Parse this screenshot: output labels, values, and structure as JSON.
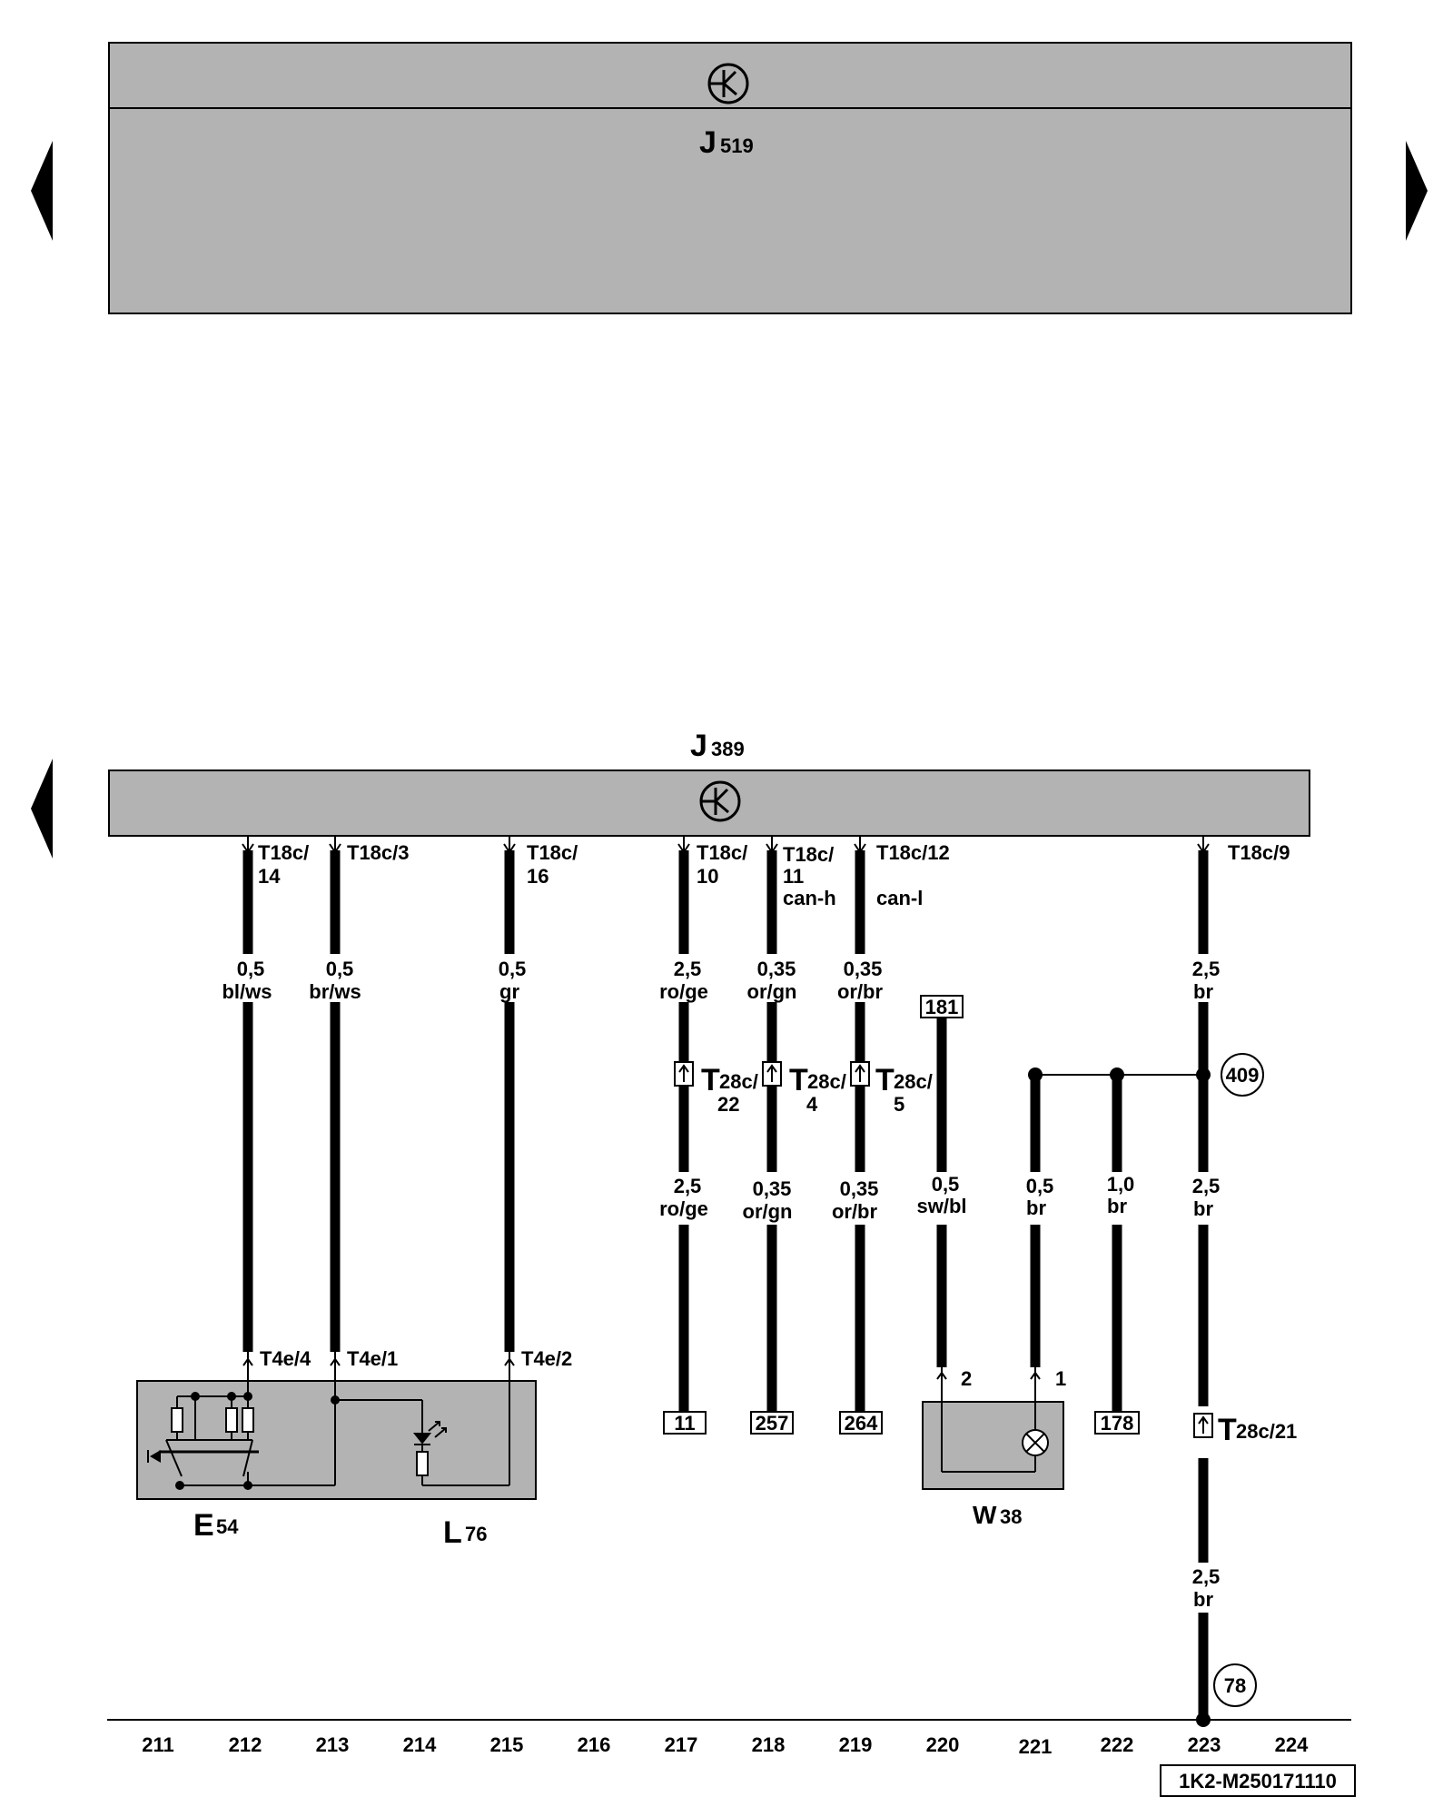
{
  "colors": {
    "module_fill": "#b3b3b3",
    "wire": "#000000",
    "background": "#ffffff"
  },
  "modules": {
    "top": {
      "letter": "J",
      "sub": "519",
      "symbol": "control-unit-icon"
    },
    "bottom": {
      "letter": "J",
      "sub": "389",
      "symbol": "control-unit-icon"
    }
  },
  "nav": {
    "left_top": "arrow-left-icon",
    "right_top": "arrow-right-icon",
    "left_bottom": "arrow-left-icon"
  },
  "wires": [
    {
      "id": "w212",
      "pin": [
        "T18c/",
        "14"
      ],
      "cs1": "0,5",
      "col1": "bl/ws",
      "end_pin": "T4e/4"
    },
    {
      "id": "w213",
      "pin": [
        "T18c/3"
      ],
      "cs1": "0,5",
      "col1": "br/ws",
      "end_pin": "T4e/1"
    },
    {
      "id": "w215",
      "pin": [
        "T18c/",
        "16"
      ],
      "cs1": "0,5",
      "col1": "gr",
      "end_pin": "T4e/2"
    },
    {
      "id": "w217",
      "pin": [
        "T18c/",
        "10"
      ],
      "cs1": "2,5",
      "col1": "ro/ge",
      "conn": "T",
      "conn_sub": "28c/",
      "conn_pin": "22",
      "cs2": "2,5",
      "col2": "ro/ge",
      "ref": "11"
    },
    {
      "id": "w218",
      "pin": [
        "T18c/",
        "11"
      ],
      "bus": "can-h",
      "cs1": "0,35",
      "col1": "or/gn",
      "conn": "T",
      "conn_sub": "28c/",
      "conn_pin": "4",
      "cs2": "0,35",
      "col2": "or/gn",
      "ref": "257"
    },
    {
      "id": "w219",
      "pin": [
        "T18c/12"
      ],
      "bus": "can-l",
      "cs1": "0,35",
      "col1": "or/br",
      "conn": "T",
      "conn_sub": "28c/",
      "conn_pin": "5",
      "cs2": "0,35",
      "col2": "or/br",
      "ref": "264"
    },
    {
      "id": "w220",
      "ref_top": "181",
      "cs1": "0,5",
      "col1": "sw/bl",
      "end_pin": "2"
    },
    {
      "id": "w221",
      "cs1": "0,5",
      "col1": "br",
      "end_pin": "1"
    },
    {
      "id": "w222",
      "cs1": "1,0",
      "col1": "br",
      "ref": "178"
    },
    {
      "id": "w223",
      "pin": [
        "T18c/9"
      ],
      "cs1": "2,5",
      "col1": "br",
      "node": "409",
      "cs2": "2,5",
      "col2": "br",
      "conn": "T",
      "conn_sub": "28c/21",
      "cs3": "2,5",
      "col3": "br",
      "ground": "78"
    }
  ],
  "components": {
    "e54": {
      "letter": "E",
      "sub": "54",
      "symbol": "switch-icon"
    },
    "l76": {
      "letter": "L",
      "sub": "76",
      "symbol": "led-icon"
    },
    "w38": {
      "letter": "W",
      "sub": "38",
      "symbol": "lamp-icon"
    }
  },
  "columns": [
    "211",
    "212",
    "213",
    "214",
    "215",
    "216",
    "217",
    "218",
    "219",
    "220",
    "221",
    "222",
    "223",
    "224"
  ],
  "doc_id": "1K2-M250171110"
}
